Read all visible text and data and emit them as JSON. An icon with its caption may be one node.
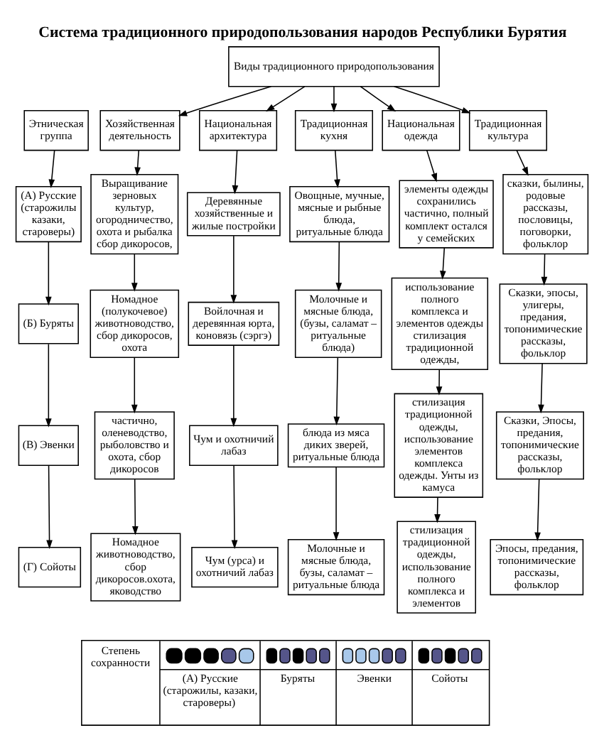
{
  "diagram": {
    "title": "Система традиционного природопользования народов Республики Бурятия",
    "nodes": [
      {
        "text": [
          "Виды традиционного природопользования"
        ]
      },
      {
        "text": [
          "Этническая группа"
        ]
      },
      {
        "text": [
          "Хозяйственная деятельность"
        ]
      },
      {
        "text": [
          "Национальная архитектура"
        ]
      },
      {
        "text": [
          "Традиционная кухня"
        ]
      },
      {
        "text": [
          "Национальная одежда"
        ]
      },
      {
        "text": [
          "Традиционная культура"
        ]
      },
      {
        "text": [
          "(А) Русские (старожилы казаки, староверы)"
        ]
      },
      {
        "text": [
          "(Б) Буряты"
        ]
      },
      {
        "text": [
          "(В) Эвенки"
        ]
      },
      {
        "text": [
          "(Г) Сойоты"
        ]
      },
      {
        "text": [
          "Выращивание зерновых культур, огородничество, охота и рыбалка сбор дикоросов,"
        ]
      },
      {
        "text": [
          "Номадное (полукочевое) животноводство, сбор дикоросов, охота"
        ]
      },
      {
        "text": [
          "частично, оленеводство, рыболовство и охота, сбор дикоросов"
        ]
      },
      {
        "text": [
          "Номадное животноводство, сбор дикоросов.охота, яководство"
        ]
      },
      {
        "text": [
          "Деревянные хозяйственные и жилые постройки"
        ]
      },
      {
        "text": [
          "Войлочная и деревянная юрта, коновязь (сэргэ)"
        ]
      },
      {
        "text": [
          "Чум и охотничий лабаз"
        ]
      },
      {
        "text": [
          "Чум (урса) и охотничий лабаз"
        ]
      },
      {
        "text": [
          "Овощные, мучные, мясные и рыбные блюда, ритуальные блюда"
        ]
      },
      {
        "text": [
          "Молочные и мясные блюда, (бузы, саламат – ритуальные блюда)"
        ]
      },
      {
        "text": [
          "блюда из мяса диких зверей, ритуальные блюда"
        ]
      },
      {
        "text": [
          "Молочные и мясные блюда, бузы, саламат – ритуальные блюда"
        ]
      },
      {
        "text": [
          "элементы одежды сохранились частично, полный комплект остался у семейских"
        ]
      },
      {
        "text": [
          "использование полного комплекса и элементов одежды стилизация традиционной одежды,"
        ]
      },
      {
        "text": [
          "стилизация традиционной одежды, использование элементов комплекса одежды. Унты из камуса"
        ]
      },
      {
        "text": [
          "стилизация традиционной одежды, использование полного комплекса и элементов"
        ]
      },
      {
        "text": [
          "сказки, былины, родовые рассказы, пословицы, поговорки, фольклор"
        ]
      },
      {
        "text": [
          "Сказки, эпосы, улигеры, предания, топонимические рассказы, фольклор"
        ]
      },
      {
        "text": [
          "Сказки, Эпосы, предания, топонимические рассказы, фольклор"
        ]
      },
      {
        "text": [
          "Эпосы, предания, топонимические рассказы, фольклор"
        ]
      }
    ],
    "edges": [
      {
        "from": 0,
        "to": 2,
        "arrow": "to"
      },
      {
        "from": 0,
        "to": 3,
        "arrow": "to"
      },
      {
        "from": 0,
        "to": 4,
        "arrow": "to"
      },
      {
        "from": 0,
        "to": 5,
        "arrow": "to"
      },
      {
        "from": 0,
        "to": 6,
        "arrow": "to"
      },
      {
        "from": 1,
        "to": 7,
        "arrow": "to"
      },
      {
        "from": 7,
        "to": 8,
        "arrow": "to"
      },
      {
        "from": 8,
        "to": 9,
        "arrow": "to"
      },
      {
        "from": 9,
        "to": 10,
        "arrow": "to"
      },
      {
        "from": 2,
        "to": 11,
        "arrow": "to"
      },
      {
        "from": 11,
        "to": 12,
        "arrow": "to"
      },
      {
        "from": 12,
        "to": 13,
        "arrow": "to"
      },
      {
        "from": 13,
        "to": 14,
        "arrow": "to"
      },
      {
        "from": 3,
        "to": 15,
        "arrow": "to"
      },
      {
        "from": 15,
        "to": 16,
        "arrow": "to"
      },
      {
        "from": 16,
        "to": 17,
        "arrow": "to"
      },
      {
        "from": 17,
        "to": 18,
        "arrow": "to"
      },
      {
        "from": 4,
        "to": 19,
        "arrow": "to"
      },
      {
        "from": 19,
        "to": 20,
        "arrow": "to"
      },
      {
        "from": 20,
        "to": 21,
        "arrow": "to"
      },
      {
        "from": 21,
        "to": 22,
        "arrow": "to"
      },
      {
        "from": 5,
        "to": 23,
        "arrow": "to"
      },
      {
        "from": 23,
        "to": 24,
        "arrow": "to"
      },
      {
        "from": 24,
        "to": 25,
        "arrow": "to"
      },
      {
        "from": 25,
        "to": 26,
        "arrow": "to"
      },
      {
        "from": 6,
        "to": 27,
        "arrow": "to"
      },
      {
        "from": 27,
        "to": 28,
        "arrow": "to"
      },
      {
        "from": 28,
        "to": 29,
        "arrow": "to"
      },
      {
        "from": 29,
        "to": 30,
        "arrow": "to"
      }
    ],
    "labels": [
      "Степень сохранности",
      "(А) Русские (старожилы, казаки, староверы)",
      "Буряты",
      "Эвенки",
      "Сойоты"
    ]
  }
}
